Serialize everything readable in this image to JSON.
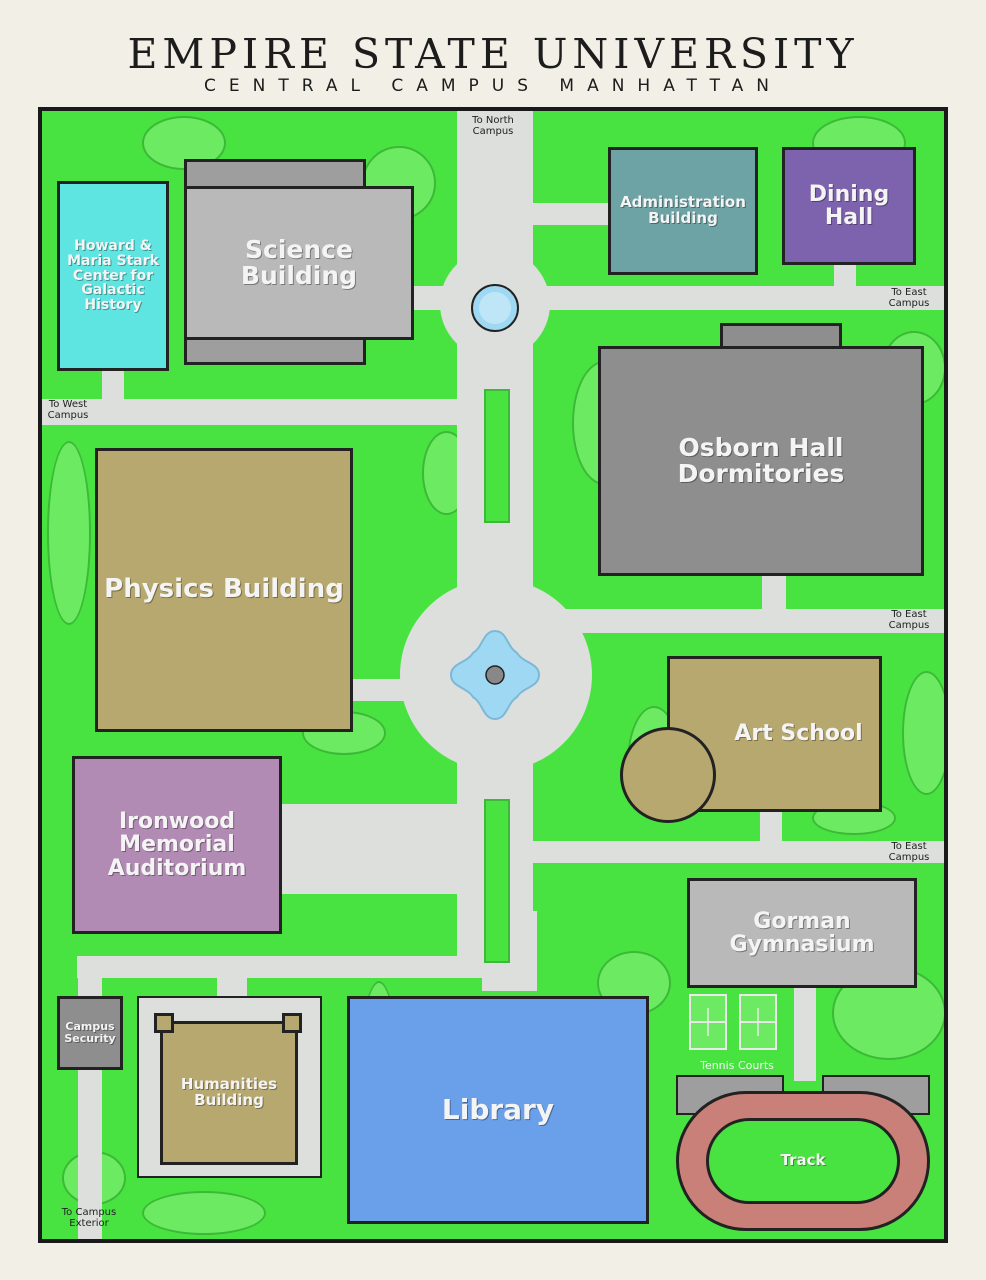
{
  "header": {
    "title": "EMPIRE STATE UNIVERSITY",
    "subtitle": "CENTRAL CAMPUS MANHATTAN"
  },
  "buildings": {
    "stark_center": "Howard & Maria Stark Center for Galactic History",
    "science": "Science Building",
    "administration": "Administration Building",
    "dining": "Dining Hall",
    "osborn": "Osborn Hall Dormitories",
    "physics": "Physics Building",
    "art": "Art School",
    "ironwood": "Ironwood Memorial Auditorium",
    "gorman": "Gorman Gymnasium",
    "security": "Campus Security",
    "humanities": "Humanities Building",
    "library": "Library",
    "track": "Track"
  },
  "labels": {
    "north": "To North Campus",
    "east_1": "To East Campus",
    "east_2": "To East Campus",
    "east_3": "To East Campus",
    "west": "To West Campus",
    "exterior": "To Campus Exterior",
    "tennis": "Tennis Courts"
  },
  "colors": {
    "grass": "#49e341",
    "path": "#dcdfdc",
    "stark": "#5ee5e1",
    "gray_building": "#b9b9b9",
    "dark_gray_building": "#8e8e8e",
    "admin": "#6ea3a6",
    "dining": "#7d63ad",
    "tan_building": "#b7a870",
    "ironwood": "#b28bb4",
    "library": "#6aa0ea",
    "track": "#c98078",
    "water": "#9fd8f2"
  }
}
